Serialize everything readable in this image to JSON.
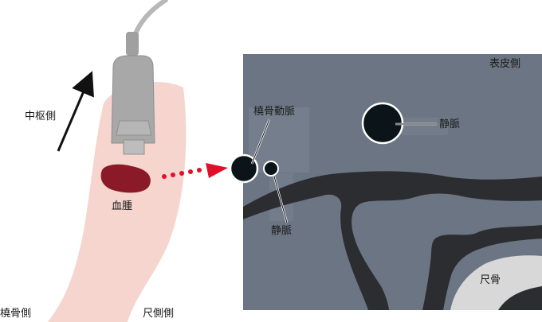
{
  "labels": {
    "central_side": "中枢側",
    "hematoma": "血腫",
    "radial_side": "橈骨側",
    "ulnar_side": "尺側側",
    "epidermis_side": "表皮側",
    "radial_artery": "橈骨動脈",
    "vein_upper": "静脈",
    "vein_lower": "静脈",
    "ulna": "尺骨"
  },
  "colors": {
    "arm": "#f7d5cf",
    "probe": "#a8a8a8",
    "hematoma": "#8b1a28",
    "arrow_dots": "#e0102a",
    "ultrasound_bg": "#6b7583",
    "tissue_dark": "#2b2d30",
    "vessel": "#0b1418",
    "bone": "#d8d8d8"
  }
}
